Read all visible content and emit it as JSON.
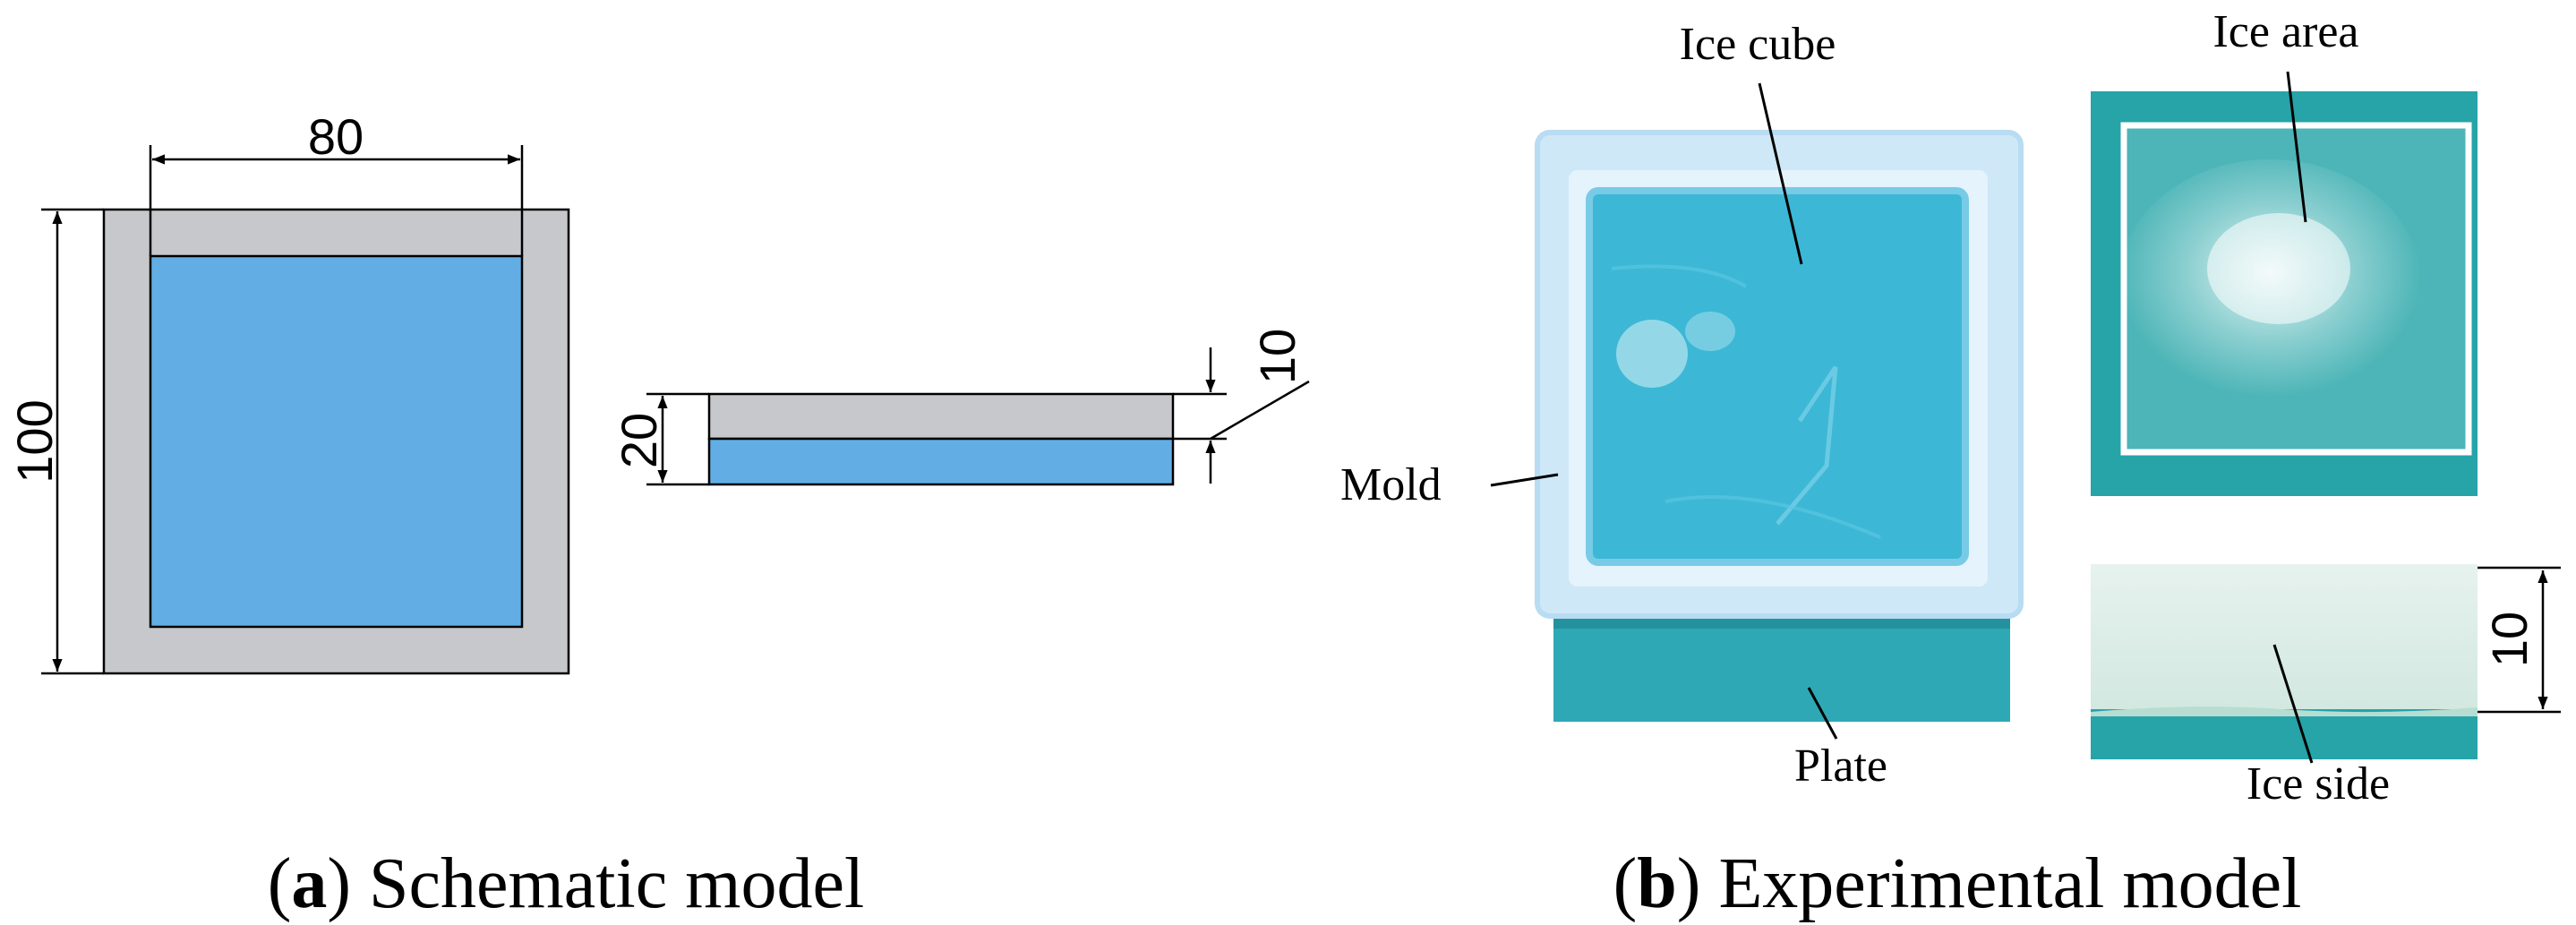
{
  "colors": {
    "frame_gray": "#C7C8CB",
    "ice_blue": "#62AEE4",
    "photo_mold": "#CFE8F8",
    "photo_ice": "#3CB8D6",
    "photo_plate": "#2FA8B5",
    "photo_teal": "#26A4A8",
    "photo_sample": "#DCEEE8"
  },
  "panel_a": {
    "dims": {
      "top_width": "80",
      "left_height": "100",
      "side_total": "20",
      "side_ice": "10"
    },
    "caption_letter": "a",
    "caption_text": " Schematic model"
  },
  "panel_b": {
    "labels": {
      "ice_cube": "Ice cube",
      "ice_area": "Ice area",
      "mold": "Mold",
      "plate": "Plate",
      "ice_side": "Ice side",
      "thickness": "10"
    },
    "caption_letter": "b",
    "caption_text": " Experimental model"
  }
}
